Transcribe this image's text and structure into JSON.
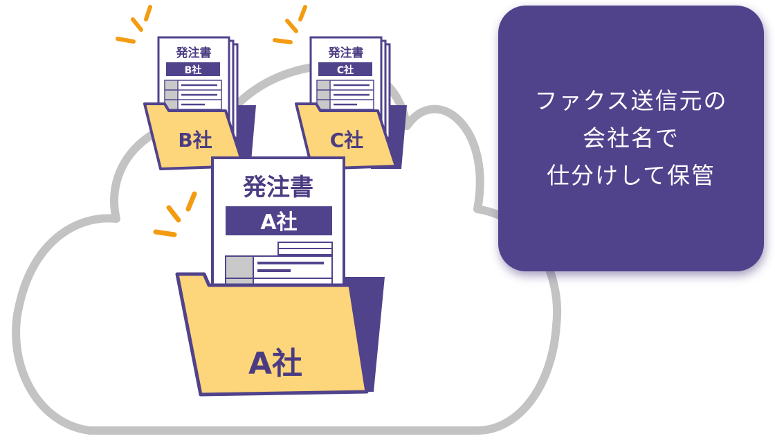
{
  "colors": {
    "cloud_outline": "#c3c3c3",
    "accent_purple": "#51428c",
    "folder_yellow": "#fdd57a",
    "burst_orange": "#f39c12",
    "cell_gray": "#c9c9c9"
  },
  "message": {
    "lines": [
      "ファクス送信元の",
      "会社名で",
      "仕分けして保管"
    ]
  },
  "documents": [
    {
      "title": "発注書",
      "company": "A社"
    },
    {
      "title": "発注書",
      "company": "B社"
    },
    {
      "title": "発注書",
      "company": "C社"
    }
  ],
  "folders": [
    {
      "label": "A社"
    },
    {
      "label": "B社"
    },
    {
      "label": "C社"
    }
  ]
}
